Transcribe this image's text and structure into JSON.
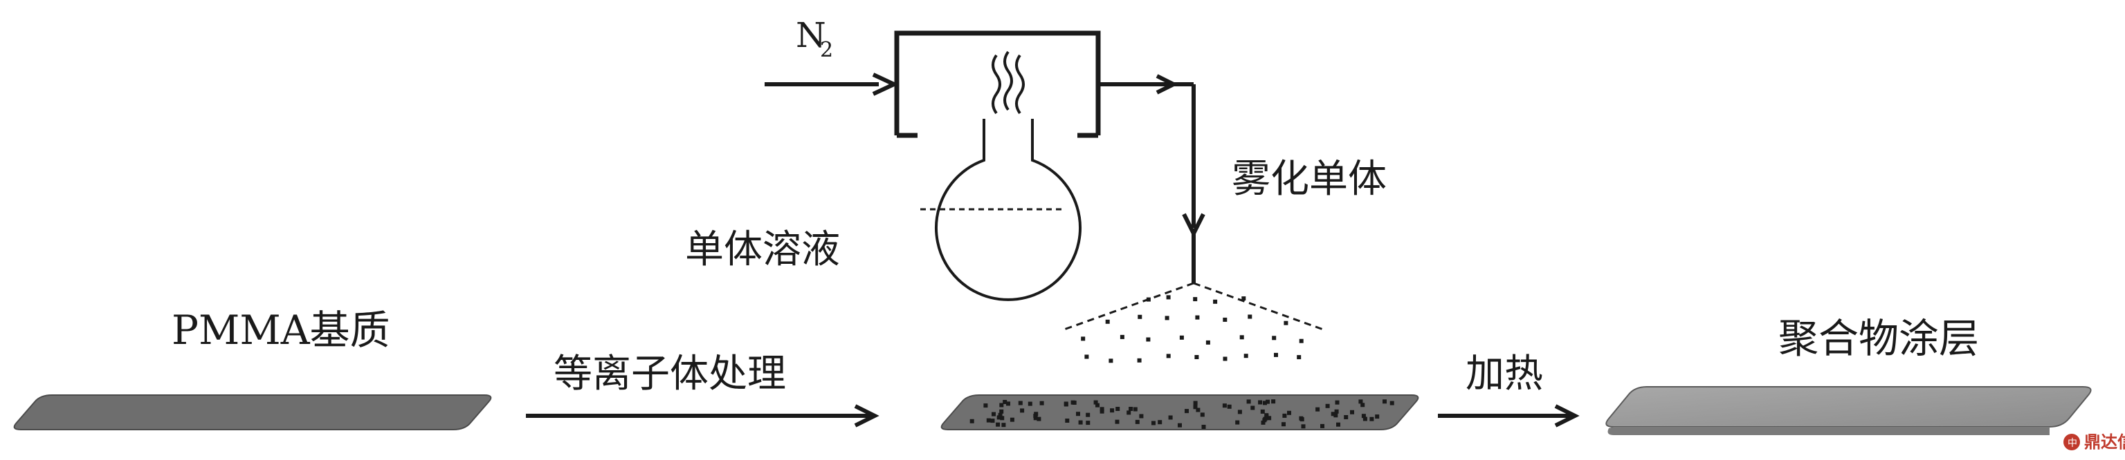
{
  "labels": {
    "n2_main": "N",
    "n2_sub": "2",
    "atomized_monomer": "雾化单体",
    "monomer_solution": "单体溶液",
    "pmma_substrate": "PMMA基质",
    "plasma_treatment": "等离子体处理",
    "heating": "加热",
    "polymer_coating": "聚合物涂层"
  },
  "watermark": {
    "text": "鼎达信"
  },
  "colors": {
    "line": "#1a1a1a",
    "substrate_dark": "#6e6e6e",
    "substrate_coating": "#9a9a9a",
    "watermark": "#c0392b"
  }
}
